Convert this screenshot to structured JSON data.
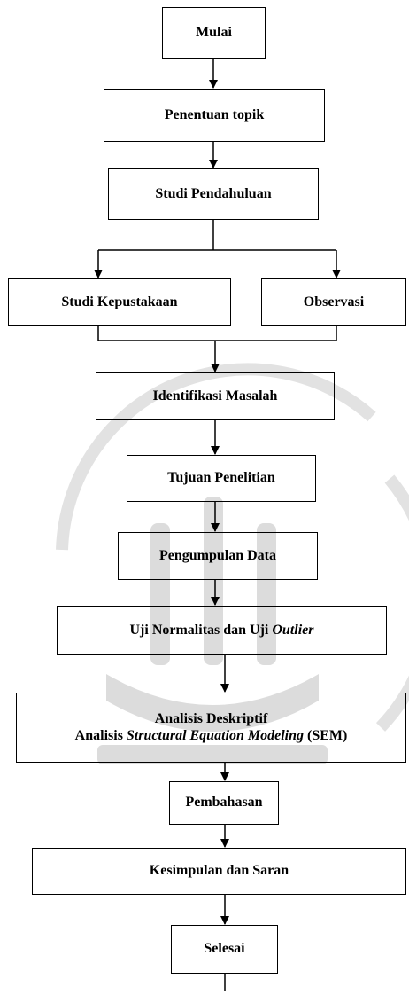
{
  "nodes": {
    "mulai": "Mulai",
    "penentuan_topik": "Penentuan topik",
    "studi_pendahuluan": "Studi Pendahuluan",
    "studi_kepustakaan": "Studi Kepustakaan",
    "observasi": "Observasi",
    "identifikasi_masalah": "Identifikasi Masalah",
    "tujuan_penelitian": "Tujuan Penelitian",
    "pengumpulan_data": "Pengumpulan Data",
    "uji_normalitas": {
      "part1": "Uji Normalitas dan Uji ",
      "part2_italic": "Outlier"
    },
    "analisis": {
      "line1": "Analisis Deskriptif",
      "line2_a": "Analisis ",
      "line2_italic": "Structural Equation Modeling",
      "line2_b": " (SEM)"
    },
    "pembahasan": "Pembahasan",
    "kesimpulan": "Kesimpulan dan Saran",
    "selesai": "Selesai"
  },
  "colors": {
    "stroke": "#000000",
    "watermark": "#e6e6e6"
  }
}
